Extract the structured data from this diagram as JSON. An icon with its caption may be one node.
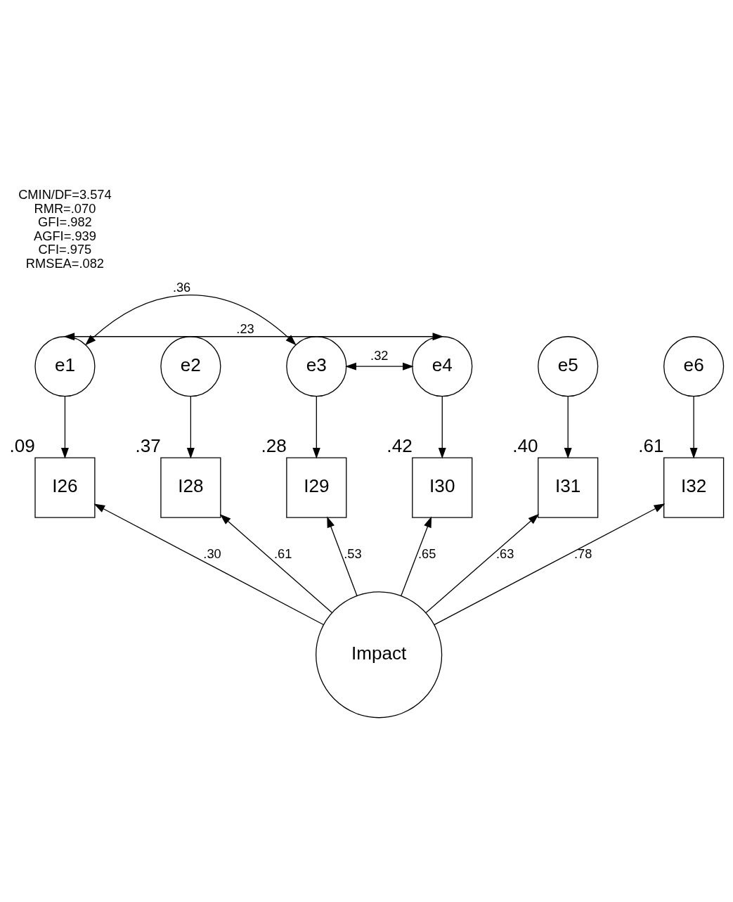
{
  "diagram": {
    "nodes": [
      {
        "text": [
          "e1"
        ]
      },
      {
        "text": [
          "e2"
        ]
      },
      {
        "text": [
          "e3"
        ]
      },
      {
        "text": [
          "e4"
        ]
      },
      {
        "text": [
          "e5"
        ]
      },
      {
        "text": [
          "e6"
        ]
      },
      {
        "text": [
          "I26"
        ],
        "beside": [
          ".09"
        ]
      },
      {
        "text": [
          "I28"
        ],
        "beside": [
          ".37"
        ]
      },
      {
        "text": [
          "I29"
        ],
        "beside": [
          ".28"
        ]
      },
      {
        "text": [
          "I30"
        ],
        "beside": [
          ".42"
        ]
      },
      {
        "text": [
          "I31"
        ],
        "beside": [
          ".40"
        ]
      },
      {
        "text": [
          "I32"
        ],
        "beside": [
          ".61"
        ]
      },
      {
        "text": [
          "Impact"
        ]
      }
    ],
    "edges": [
      {
        "from": 0,
        "to": 3,
        "arrow": "both",
        "label": ".23"
      },
      {
        "from": 0,
        "to": 2,
        "arrow": "both",
        "label": ".36"
      },
      {
        "from": 2,
        "to": 3,
        "arrow": "both",
        "label": ".32"
      },
      {
        "from": 0,
        "to": 6,
        "arrow": "to"
      },
      {
        "from": 1,
        "to": 7,
        "arrow": "to"
      },
      {
        "from": 2,
        "to": 8,
        "arrow": "to"
      },
      {
        "from": 3,
        "to": 9,
        "arrow": "to"
      },
      {
        "from": 4,
        "to": 10,
        "arrow": "to"
      },
      {
        "from": 5,
        "to": 11,
        "arrow": "to"
      },
      {
        "from": 12,
        "to": 6,
        "arrow": "to",
        "label": ".30"
      },
      {
        "from": 12,
        "to": 7,
        "arrow": "to",
        "label": ".61"
      },
      {
        "from": 12,
        "to": 8,
        "arrow": "to",
        "label": ".53"
      },
      {
        "from": 12,
        "to": 9,
        "arrow": "to",
        "label": ".65"
      },
      {
        "from": 12,
        "to": 10,
        "arrow": "to",
        "label": ".63"
      },
      {
        "from": 12,
        "to": 11,
        "arrow": "to",
        "label": ".78"
      }
    ],
    "labels": [
      "CMIN/DF=3.574",
      "RMR=.070",
      "GFI=.982",
      "AGFI=.939",
      "CFI=.975",
      "RMSEA=.082"
    ]
  }
}
